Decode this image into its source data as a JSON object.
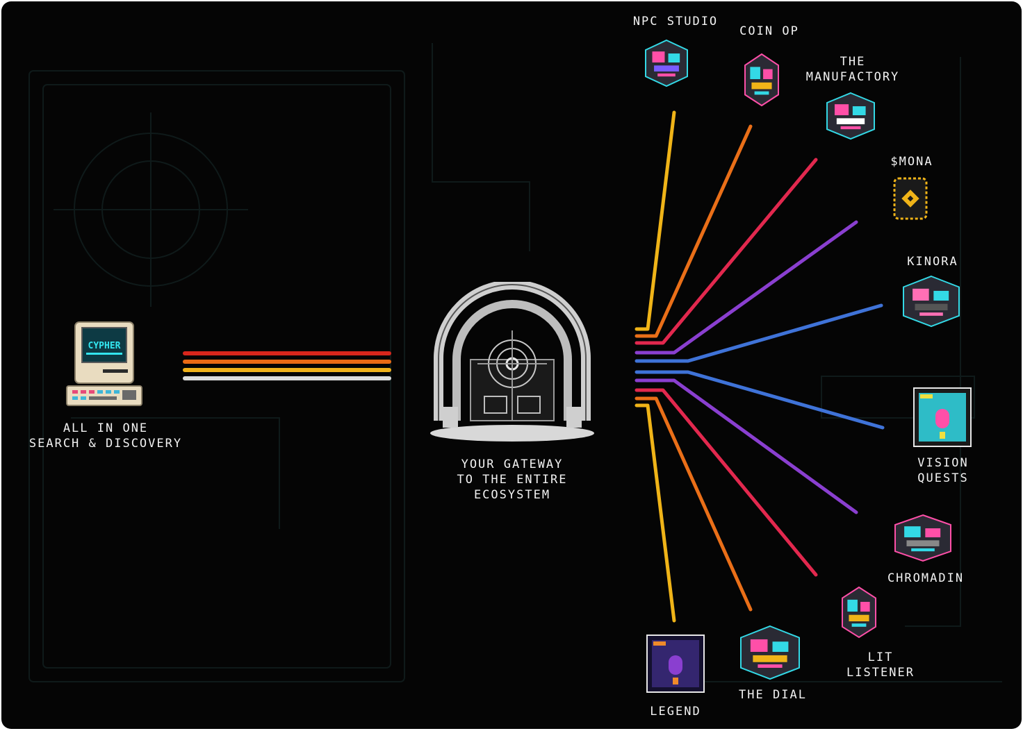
{
  "source": {
    "label_line1": "ALL IN ONE",
    "label_line2": "SEARCH & DISCOVERY",
    "screen_text": "CYPHER"
  },
  "gateway": {
    "line1": "YOUR GATEWAY",
    "line2": "TO THE ENTIRE",
    "line3": "ECOSYSTEM"
  },
  "input_stripe_colors": [
    "#d8261c",
    "#ea6a14",
    "#f0b11a",
    "#dcdcdc"
  ],
  "destinations": [
    {
      "id": "npc-studio",
      "label": "NPC STUDIO",
      "color": "#f0b418"
    },
    {
      "id": "coin-op",
      "label": "COIN OP",
      "color": "#ea6f18"
    },
    {
      "id": "the-manufactory",
      "label": "THE\nMANUFACTORY",
      "color": "#e2284e"
    },
    {
      "id": "mona",
      "label": "$MONA",
      "color": "#8a3fd0"
    },
    {
      "id": "kinora",
      "label": "KINORA",
      "color": "#3f73d8"
    },
    {
      "id": "vision-quests",
      "label": "VISION\nQUESTS",
      "color": "#3f73d8"
    },
    {
      "id": "chromadin",
      "label": "CHROMADIN",
      "color": "#8a3fd0"
    },
    {
      "id": "lit-listener",
      "label": "LIT\nLISTENER",
      "color": "#e2284e"
    },
    {
      "id": "the-dial",
      "label": "THE DIAL",
      "color": "#ea6f18"
    },
    {
      "id": "legend",
      "label": "LEGEND",
      "color": "#f0b418"
    }
  ]
}
